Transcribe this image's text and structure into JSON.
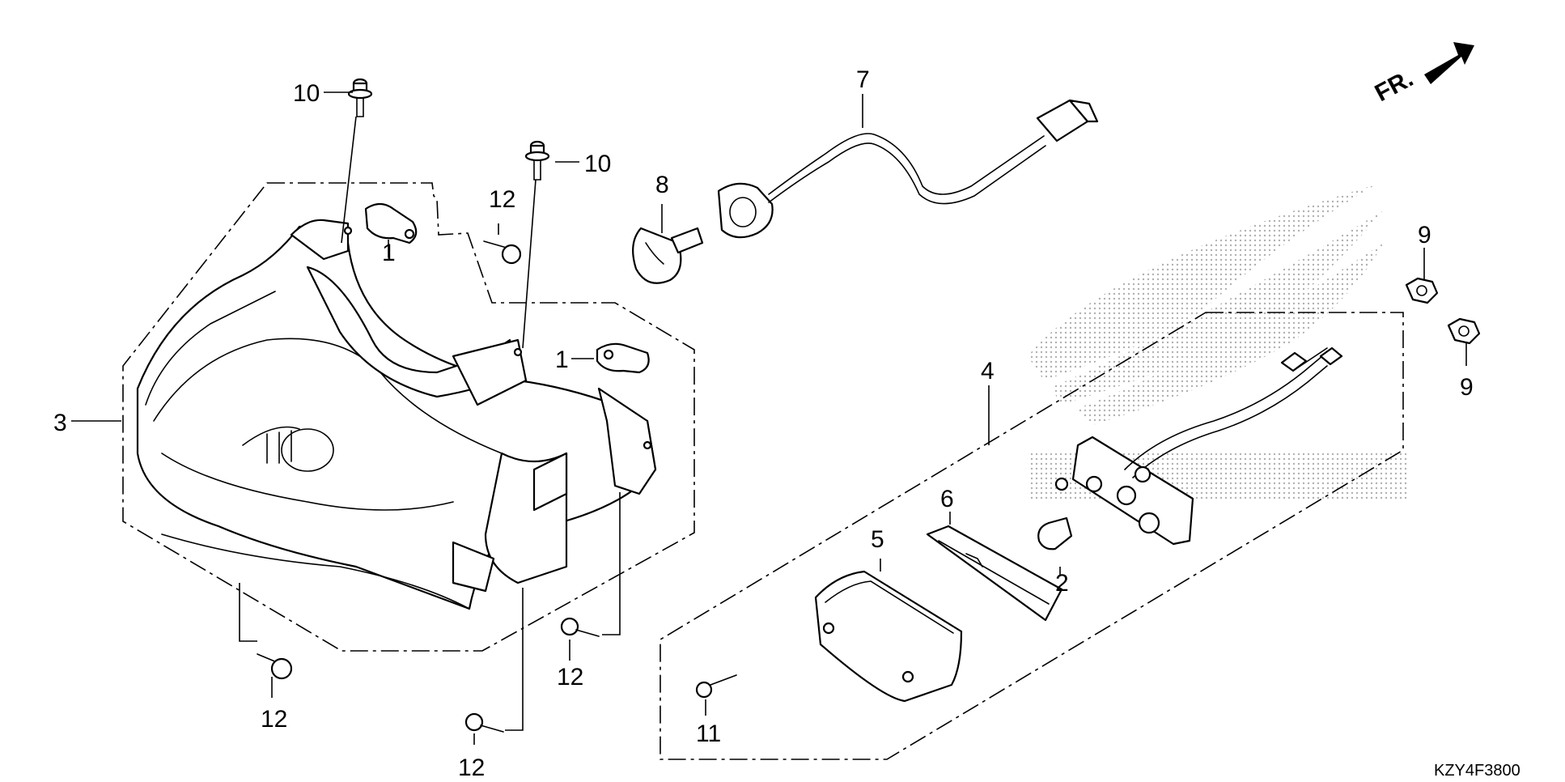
{
  "diagram_code": "KZY4F3800",
  "direction_label": "FR.",
  "colors": {
    "line": "#000000",
    "background": "#ffffff",
    "watermark": "#b0b0b0"
  },
  "callouts": {
    "c1_upper": "1",
    "c1_right": "1",
    "c2": "2",
    "c3": "3",
    "c4": "4",
    "c5": "5",
    "c6": "6",
    "c7": "7",
    "c8": "8",
    "c9_upper": "9",
    "c9_lower": "9",
    "c10_left": "10",
    "c10_right": "10",
    "c11": "11",
    "c12_upper": "12",
    "c12_left": "12",
    "c12_middle": "12",
    "c12_bottom": "12"
  }
}
